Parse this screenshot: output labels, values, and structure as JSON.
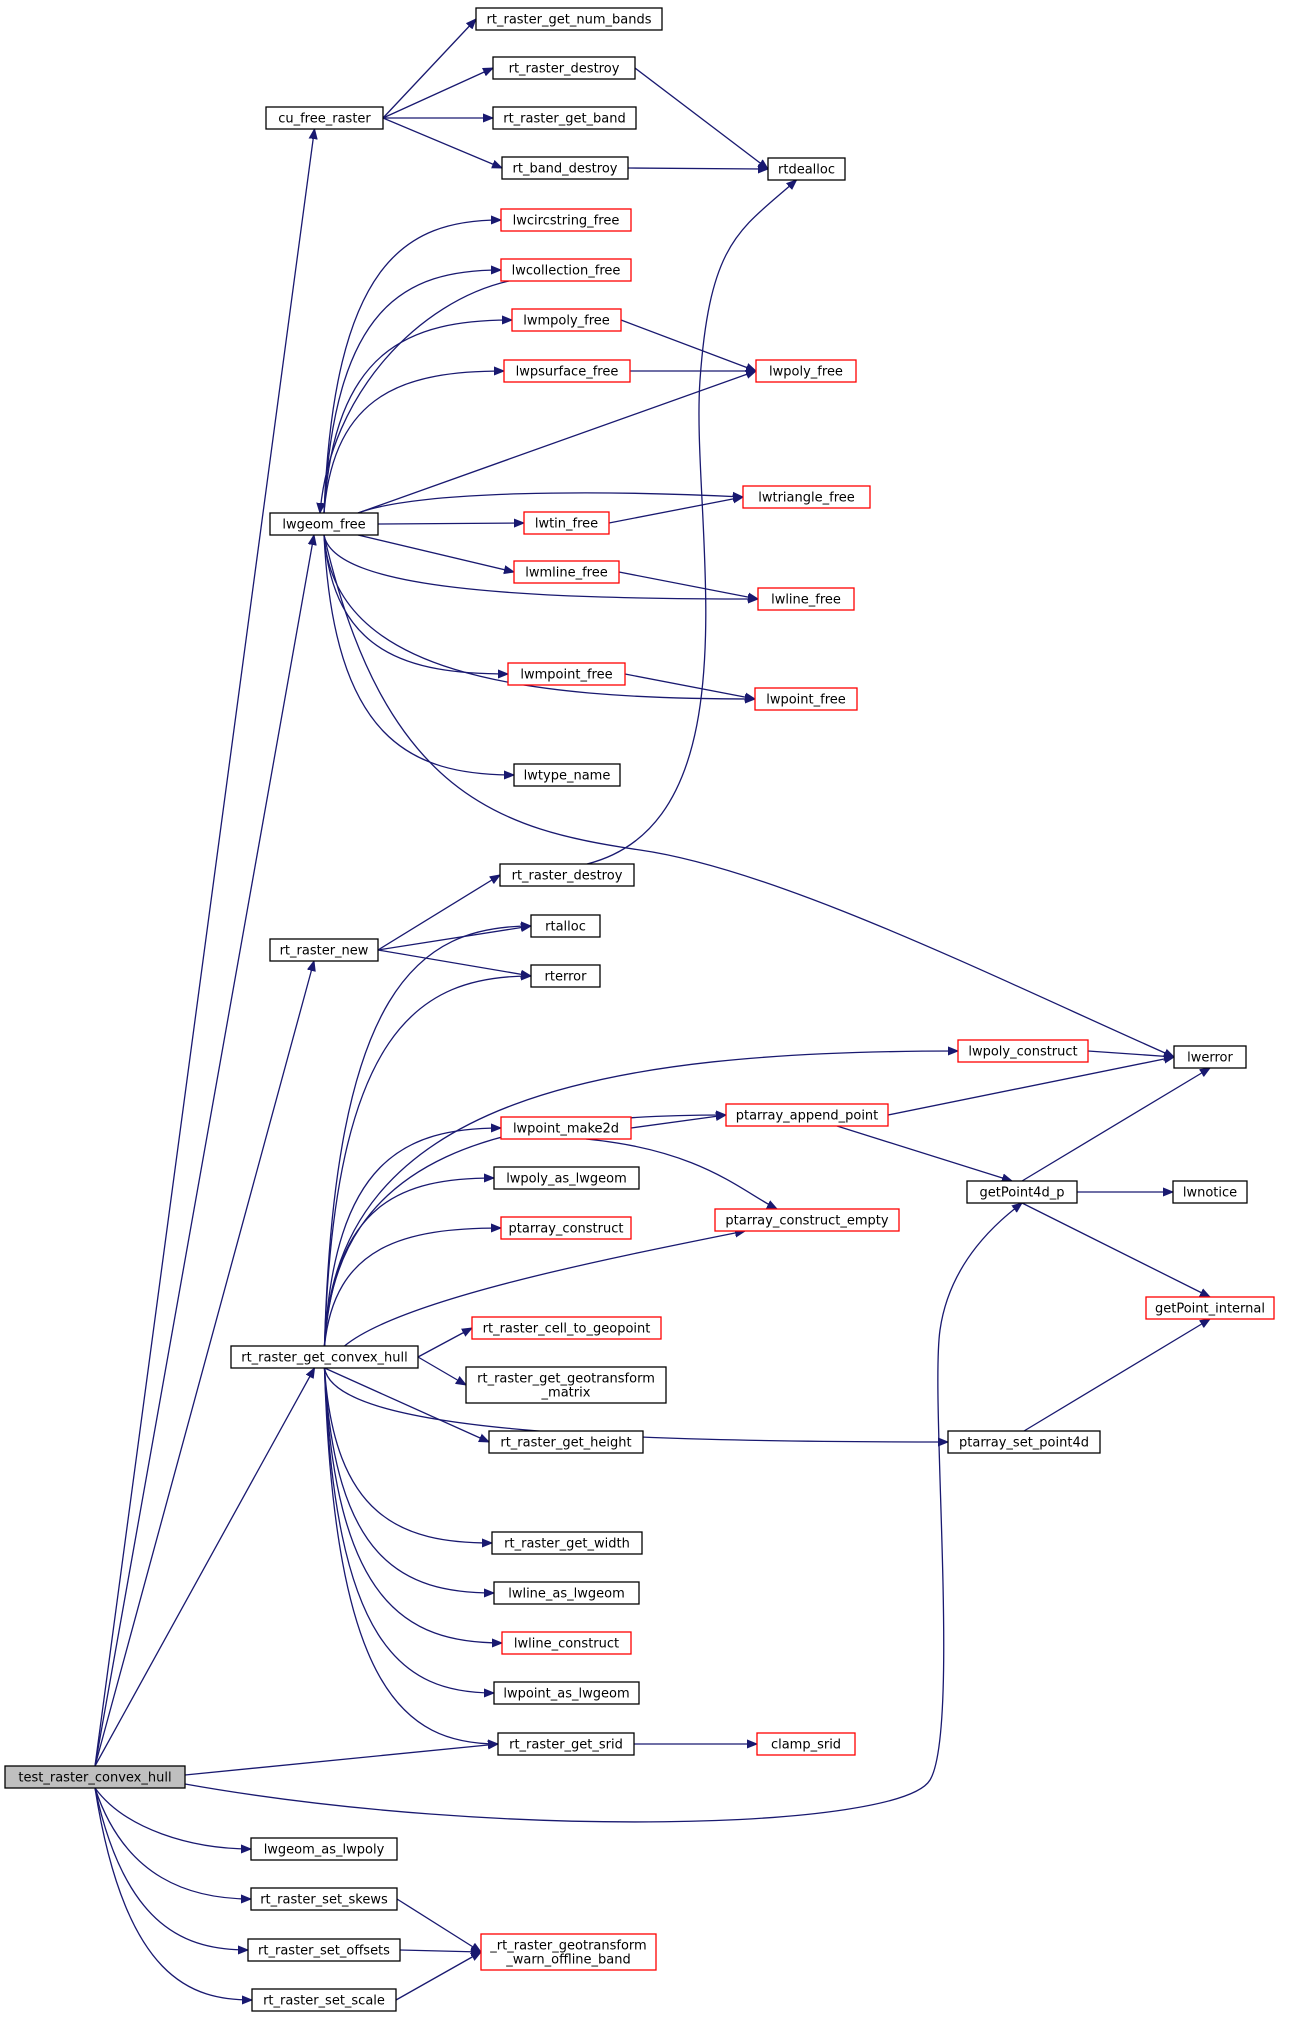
{
  "colors": {
    "edge": "#191970",
    "node_border": "#000000",
    "node_border_truncated": "#ff0000",
    "root_fill": "#bfbfbf",
    "node_fill": "#ffffff"
  },
  "nodes": {
    "test_raster_convex_hull": {
      "lines": [
        "test_raster_convex_hull"
      ],
      "style": "root"
    },
    "cu_free_raster": {
      "lines": [
        "cu_free_raster"
      ],
      "style": "black"
    },
    "rt_raster_get_num_bands": {
      "lines": [
        "rt_raster_get_num_bands"
      ],
      "style": "black"
    },
    "rt_raster_destroy_a": {
      "lines": [
        "rt_raster_destroy"
      ],
      "style": "black"
    },
    "rt_raster_get_band": {
      "lines": [
        "rt_raster_get_band"
      ],
      "style": "black"
    },
    "rt_band_destroy": {
      "lines": [
        "rt_band_destroy"
      ],
      "style": "black"
    },
    "rtdealloc": {
      "lines": [
        "rtdealloc"
      ],
      "style": "black"
    },
    "lwgeom_free": {
      "lines": [
        "lwgeom_free"
      ],
      "style": "black"
    },
    "lwcircstring_free": {
      "lines": [
        "lwcircstring_free"
      ],
      "style": "red"
    },
    "lwcollection_free": {
      "lines": [
        "lwcollection_free"
      ],
      "style": "red"
    },
    "lwmpoly_free": {
      "lines": [
        "lwmpoly_free"
      ],
      "style": "red"
    },
    "lwpsurface_free": {
      "lines": [
        "lwpsurface_free"
      ],
      "style": "red"
    },
    "lwpoly_free": {
      "lines": [
        "lwpoly_free"
      ],
      "style": "red"
    },
    "lwtriangle_free": {
      "lines": [
        "lwtriangle_free"
      ],
      "style": "red"
    },
    "lwtin_free": {
      "lines": [
        "lwtin_free"
      ],
      "style": "red"
    },
    "lwmline_free": {
      "lines": [
        "lwmline_free"
      ],
      "style": "red"
    },
    "lwline_free": {
      "lines": [
        "lwline_free"
      ],
      "style": "red"
    },
    "lwmpoint_free": {
      "lines": [
        "lwmpoint_free"
      ],
      "style": "red"
    },
    "lwpoint_free": {
      "lines": [
        "lwpoint_free"
      ],
      "style": "red"
    },
    "lwtype_name": {
      "lines": [
        "lwtype_name"
      ],
      "style": "black"
    },
    "rt_raster_destroy_b": {
      "lines": [
        "rt_raster_destroy"
      ],
      "style": "black"
    },
    "rt_raster_new": {
      "lines": [
        "rt_raster_new"
      ],
      "style": "black"
    },
    "rtalloc": {
      "lines": [
        "rtalloc"
      ],
      "style": "black"
    },
    "rterror": {
      "lines": [
        "rterror"
      ],
      "style": "black"
    },
    "lwpoly_construct": {
      "lines": [
        "lwpoly_construct"
      ],
      "style": "red"
    },
    "lwerror": {
      "lines": [
        "lwerror"
      ],
      "style": "black"
    },
    "lwpoint_make2d": {
      "lines": [
        "lwpoint_make2d"
      ],
      "style": "red"
    },
    "ptarray_append_point": {
      "lines": [
        "ptarray_append_point"
      ],
      "style": "red"
    },
    "lwpoly_as_lwgeom": {
      "lines": [
        "lwpoly_as_lwgeom"
      ],
      "style": "black"
    },
    "getPoint4d_p": {
      "lines": [
        "getPoint4d_p"
      ],
      "style": "black"
    },
    "lwnotice": {
      "lines": [
        "lwnotice"
      ],
      "style": "black"
    },
    "ptarray_construct": {
      "lines": [
        "ptarray_construct"
      ],
      "style": "red"
    },
    "ptarray_construct_empty": {
      "lines": [
        "ptarray_construct_empty"
      ],
      "style": "red"
    },
    "getPoint_internal": {
      "lines": [
        "getPoint_internal"
      ],
      "style": "red"
    },
    "rt_raster_cell_to_geopoint": {
      "lines": [
        "rt_raster_cell_to_geopoint"
      ],
      "style": "red"
    },
    "rt_raster_get_convex_hull": {
      "lines": [
        "rt_raster_get_convex_hull"
      ],
      "style": "black"
    },
    "rt_raster_get_geotransform_matrix": {
      "lines": [
        "rt_raster_get_geotransform",
        "_matrix"
      ],
      "style": "black"
    },
    "rt_raster_get_height": {
      "lines": [
        "rt_raster_get_height"
      ],
      "style": "black"
    },
    "ptarray_set_point4d": {
      "lines": [
        "ptarray_set_point4d"
      ],
      "style": "black"
    },
    "rt_raster_get_width": {
      "lines": [
        "rt_raster_get_width"
      ],
      "style": "black"
    },
    "lwline_as_lwgeom": {
      "lines": [
        "lwline_as_lwgeom"
      ],
      "style": "black"
    },
    "lwline_construct": {
      "lines": [
        "lwline_construct"
      ],
      "style": "red"
    },
    "lwpoint_as_lwgeom": {
      "lines": [
        "lwpoint_as_lwgeom"
      ],
      "style": "black"
    },
    "rt_raster_get_srid": {
      "lines": [
        "rt_raster_get_srid"
      ],
      "style": "black"
    },
    "clamp_srid": {
      "lines": [
        "clamp_srid"
      ],
      "style": "red"
    },
    "lwgeom_as_lwpoly": {
      "lines": [
        "lwgeom_as_lwpoly"
      ],
      "style": "black"
    },
    "rt_raster_set_skews": {
      "lines": [
        "rt_raster_set_skews"
      ],
      "style": "black"
    },
    "rt_raster_set_offsets": {
      "lines": [
        "rt_raster_set_offsets"
      ],
      "style": "black"
    },
    "rt_raster_set_scale": {
      "lines": [
        "rt_raster_set_scale"
      ],
      "style": "black"
    },
    "_rt_raster_geotransform_warn_offline_band": {
      "lines": [
        "_rt_raster_geotransform",
        "_warn_offline_band"
      ],
      "style": "red"
    }
  },
  "edges": [
    [
      "test_raster_convex_hull",
      "cu_free_raster"
    ],
    [
      "test_raster_convex_hull",
      "lwgeom_free"
    ],
    [
      "test_raster_convex_hull",
      "rt_raster_new"
    ],
    [
      "test_raster_convex_hull",
      "rt_raster_get_convex_hull"
    ],
    [
      "test_raster_convex_hull",
      "rt_raster_get_srid"
    ],
    [
      "test_raster_convex_hull",
      "getPoint4d_p"
    ],
    [
      "test_raster_convex_hull",
      "lwgeom_as_lwpoly"
    ],
    [
      "test_raster_convex_hull",
      "rt_raster_set_skews"
    ],
    [
      "test_raster_convex_hull",
      "rt_raster_set_offsets"
    ],
    [
      "test_raster_convex_hull",
      "rt_raster_set_scale"
    ],
    [
      "cu_free_raster",
      "rt_raster_get_num_bands"
    ],
    [
      "cu_free_raster",
      "rt_raster_destroy_a"
    ],
    [
      "cu_free_raster",
      "rt_raster_get_band"
    ],
    [
      "cu_free_raster",
      "rt_band_destroy"
    ],
    [
      "rt_raster_destroy_a",
      "rtdealloc"
    ],
    [
      "rt_band_destroy",
      "rtdealloc"
    ],
    [
      "lwgeom_free",
      "lwcircstring_free"
    ],
    [
      "lwgeom_free",
      "lwcollection_free"
    ],
    [
      "lwgeom_free",
      "lwmpoly_free"
    ],
    [
      "lwgeom_free",
      "lwpsurface_free"
    ],
    [
      "lwgeom_free",
      "lwpoly_free"
    ],
    [
      "lwgeom_free",
      "lwtriangle_free"
    ],
    [
      "lwgeom_free",
      "lwtin_free"
    ],
    [
      "lwgeom_free",
      "lwmline_free"
    ],
    [
      "lwgeom_free",
      "lwline_free"
    ],
    [
      "lwgeom_free",
      "lwmpoint_free"
    ],
    [
      "lwgeom_free",
      "lwpoint_free"
    ],
    [
      "lwgeom_free",
      "lwtype_name"
    ],
    [
      "lwgeom_free",
      "lwerror"
    ],
    [
      "lwcollection_free",
      "lwgeom_free"
    ],
    [
      "lwmpoly_free",
      "lwpoly_free"
    ],
    [
      "lwpsurface_free",
      "lwpoly_free"
    ],
    [
      "lwtin_free",
      "lwtriangle_free"
    ],
    [
      "lwmline_free",
      "lwline_free"
    ],
    [
      "lwmpoint_free",
      "lwpoint_free"
    ],
    [
      "rt_raster_destroy_b",
      "rtdealloc"
    ],
    [
      "rt_raster_new",
      "rt_raster_destroy_b"
    ],
    [
      "rt_raster_new",
      "rtalloc"
    ],
    [
      "rt_raster_new",
      "rterror"
    ],
    [
      "rt_raster_get_convex_hull",
      "rtalloc"
    ],
    [
      "rt_raster_get_convex_hull",
      "rterror"
    ],
    [
      "rt_raster_get_convex_hull",
      "lwpoly_construct"
    ],
    [
      "rt_raster_get_convex_hull",
      "ptarray_append_point"
    ],
    [
      "rt_raster_get_convex_hull",
      "lwpoint_make2d"
    ],
    [
      "rt_raster_get_convex_hull",
      "lwpoly_as_lwgeom"
    ],
    [
      "rt_raster_get_convex_hull",
      "ptarray_construct"
    ],
    [
      "rt_raster_get_convex_hull",
      "ptarray_construct_empty"
    ],
    [
      "rt_raster_get_convex_hull",
      "rt_raster_cell_to_geopoint"
    ],
    [
      "rt_raster_get_convex_hull",
      "rt_raster_get_geotransform_matrix"
    ],
    [
      "rt_raster_get_convex_hull",
      "rt_raster_get_height"
    ],
    [
      "rt_raster_get_convex_hull",
      "ptarray_set_point4d"
    ],
    [
      "rt_raster_get_convex_hull",
      "rt_raster_get_width"
    ],
    [
      "rt_raster_get_convex_hull",
      "lwline_as_lwgeom"
    ],
    [
      "rt_raster_get_convex_hull",
      "lwline_construct"
    ],
    [
      "rt_raster_get_convex_hull",
      "lwpoint_as_lwgeom"
    ],
    [
      "rt_raster_get_convex_hull",
      "rt_raster_get_srid"
    ],
    [
      "lwpoly_construct",
      "lwerror"
    ],
    [
      "lwpoint_make2d",
      "ptarray_append_point"
    ],
    [
      "lwpoint_make2d",
      "ptarray_construct_empty"
    ],
    [
      "ptarray_append_point",
      "lwerror"
    ],
    [
      "ptarray_append_point",
      "getPoint4d_p"
    ],
    [
      "getPoint4d_p",
      "lwerror"
    ],
    [
      "getPoint4d_p",
      "lwnotice"
    ],
    [
      "getPoint4d_p",
      "getPoint_internal"
    ],
    [
      "ptarray_set_point4d",
      "getPoint_internal"
    ],
    [
      "rt_raster_get_srid",
      "clamp_srid"
    ],
    [
      "rt_raster_set_skews",
      "_rt_raster_geotransform_warn_offline_band"
    ],
    [
      "rt_raster_set_offsets",
      "_rt_raster_geotransform_warn_offline_band"
    ],
    [
      "rt_raster_set_scale",
      "_rt_raster_geotransform_warn_offline_band"
    ]
  ]
}
